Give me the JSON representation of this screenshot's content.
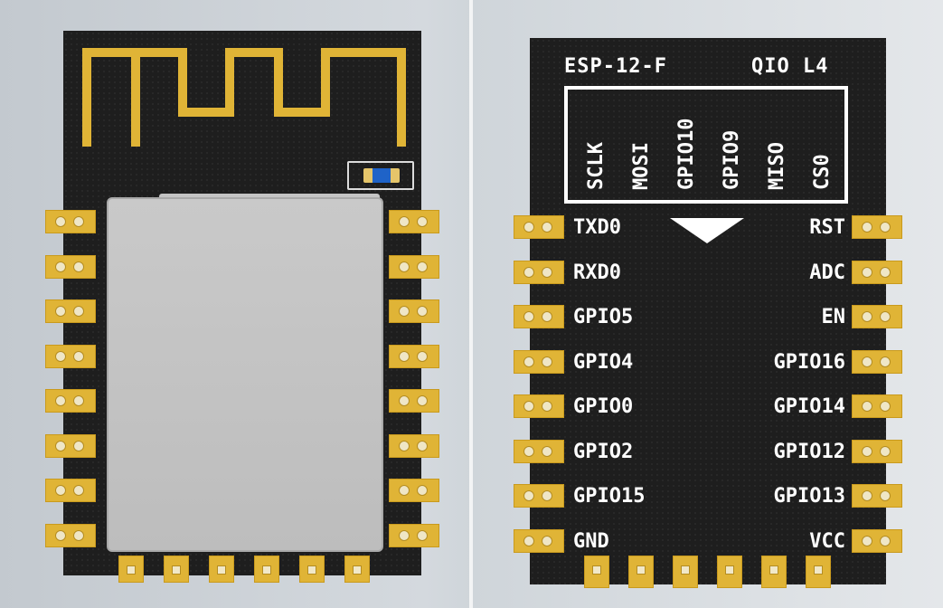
{
  "module": {
    "name": "ESP-12-F",
    "flash_mode": "QIO L4"
  },
  "flash_pins": [
    "SCLK",
    "MOSI",
    "GPIO10",
    "GPIO9",
    "MISO",
    "CS0"
  ],
  "left_pins": [
    "TXD0",
    "RXD0",
    "GPIO5",
    "GPIO4",
    "GPIO0",
    "GPIO2",
    "GPIO15",
    "GND"
  ],
  "right_pins": [
    "RST",
    "ADC",
    "EN",
    "GPIO16",
    "GPIO14",
    "GPIO12",
    "GPIO13",
    "VCC"
  ],
  "colors": {
    "pcb": "#1e1e1e",
    "gold": "#e0b436",
    "shield": "#c4c4c4",
    "led": "#1f63c8",
    "text": "#ffffff"
  }
}
